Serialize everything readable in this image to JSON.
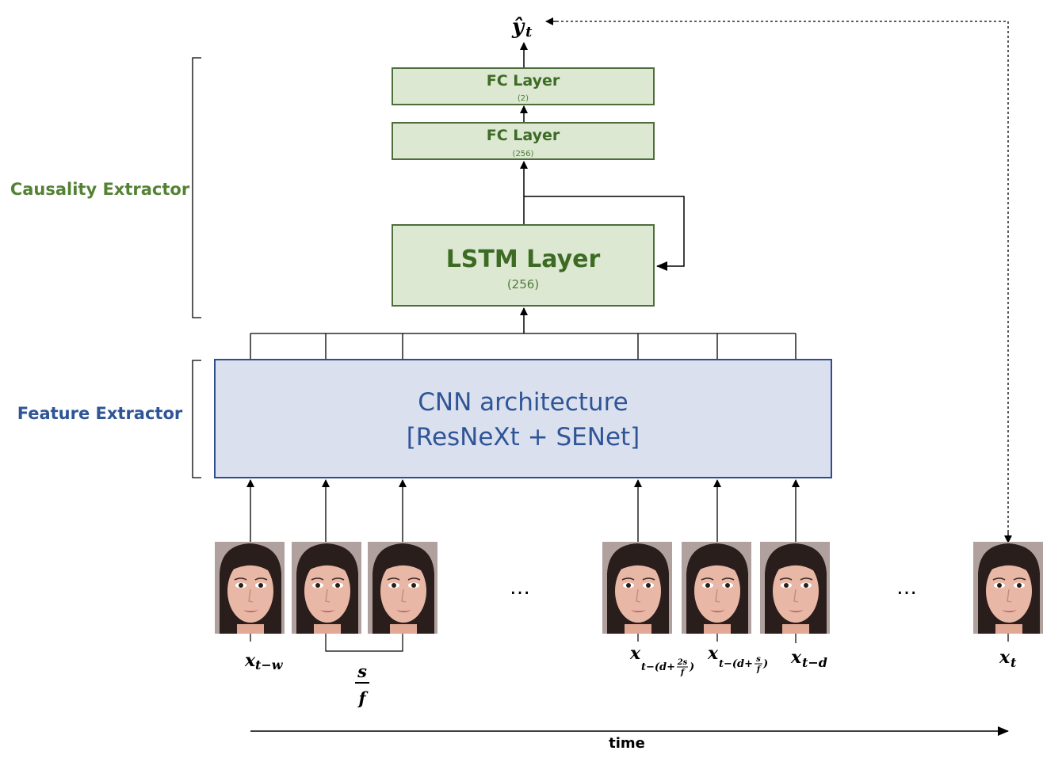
{
  "labels": {
    "causality_extractor": "Causality Extractor",
    "feature_extractor": "Feature Extractor",
    "time_axis": "time",
    "ellipsis": "…"
  },
  "layers": {
    "fc_top": {
      "title": "FC Layer",
      "units": "(2)"
    },
    "fc_mid": {
      "title": "FC Layer",
      "units": "(256)"
    },
    "lstm": {
      "title": "LSTM Layer",
      "units": "(256)"
    }
  },
  "cnn": {
    "line1": "CNN architecture",
    "line2": "[ResNeXt + SENet]"
  },
  "output": {
    "symbol": "ŷ",
    "subscript": "t"
  },
  "frames": {
    "x_t_minus_w": {
      "base": "x",
      "sub": "t−w"
    },
    "x_t_minus_d_2s": {
      "base": "x",
      "sub_prefix": "t−(d+",
      "frac_num": "2s",
      "frac_den": "f",
      "sub_suffix": ")"
    },
    "x_t_minus_d_s": {
      "base": "x",
      "sub_prefix": "t−(d+",
      "frac_num": "s",
      "frac_den": "f",
      "sub_suffix": ")"
    },
    "x_t_minus_d": {
      "base": "x",
      "sub": "t−d"
    },
    "x_t": {
      "base": "x",
      "sub": "t"
    }
  },
  "stride_fraction": {
    "numerator": "s",
    "denominator": "f"
  },
  "colors": {
    "layer_fill": "#dce8d2",
    "layer_border": "#4d6e3a",
    "cnn_fill": "#dae0ee",
    "cnn_border": "#2f4d8a",
    "causality_label": "#548235",
    "feature_label": "#2f5597",
    "face_skin": "#e9b7a5",
    "face_hair": "#2a1e1c",
    "face_bg": "#b9a9a6"
  }
}
